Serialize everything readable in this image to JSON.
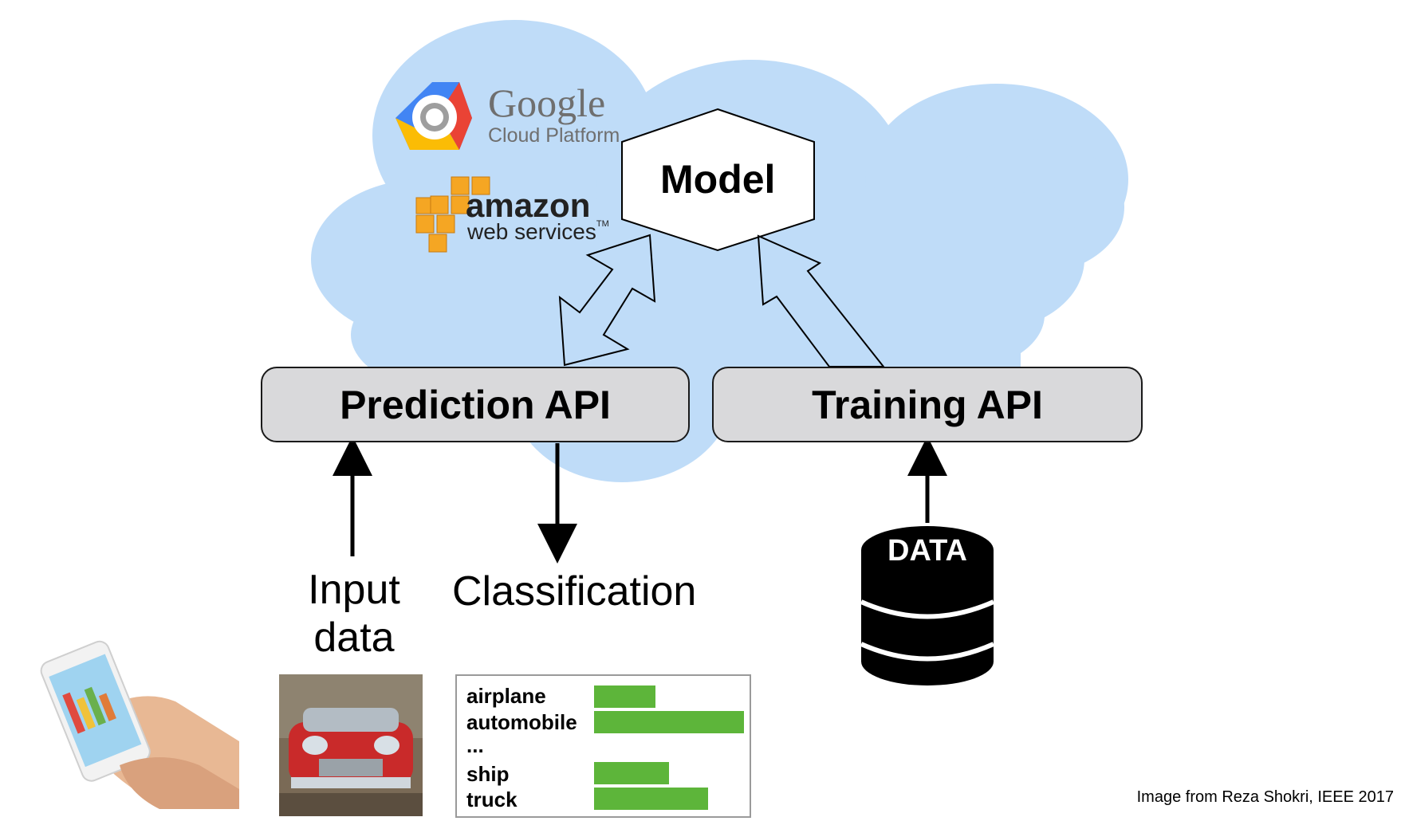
{
  "diagram": {
    "model_label": "Model",
    "prediction_api_label": "Prediction API",
    "training_api_label": "Training API",
    "input_label_line1": "Input",
    "input_label_line2": "data",
    "classification_label": "Classification",
    "data_label": "DATA",
    "credit": "Image from Reza Shokri, IEEE 2017"
  },
  "logos": {
    "google": {
      "word": "Google",
      "sub": "Cloud Platform"
    },
    "aws": {
      "word": "amazon",
      "sub": "web services",
      "tm": "TM"
    }
  },
  "classification": {
    "bar_color": "#5db53a",
    "rows": [
      {
        "label": "airplane",
        "score": 0.41
      },
      {
        "label": "automobile",
        "score": 1.0
      },
      {
        "label": "...",
        "score": null
      },
      {
        "label": "ship",
        "score": 0.5
      },
      {
        "label": "truck",
        "score": 0.76
      }
    ]
  },
  "colors": {
    "cloud": "#bfdcf8",
    "api_fill": "#d9d9db",
    "arrow": "#000000"
  }
}
